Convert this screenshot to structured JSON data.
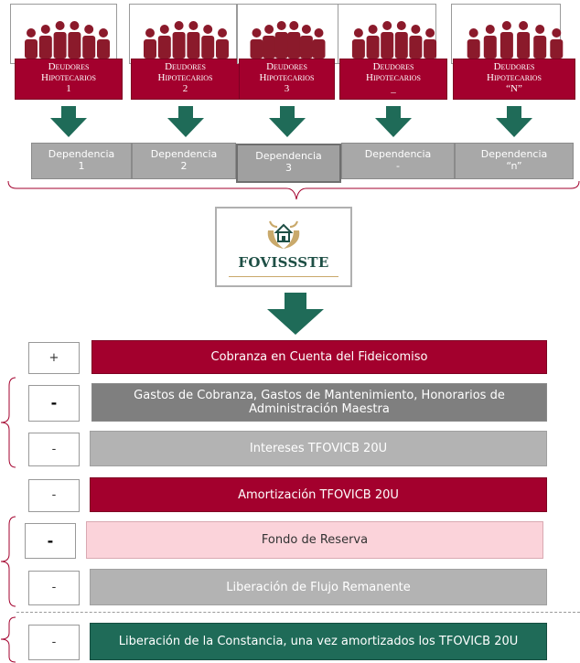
{
  "debtors": [
    {
      "line1": "Deudores",
      "line2": "Hipotecarios",
      "line3": "1"
    },
    {
      "line1": "Deudores",
      "line2": "Hipotecarios",
      "line3": "2"
    },
    {
      "line1": "Deudores",
      "line2": "Hipotecarios",
      "line3": "3"
    },
    {
      "line1": "Deudores",
      "line2": "Hipotecarios",
      "line3": "_"
    },
    {
      "line1": "Deudores",
      "line2": "Hipotecarios",
      "line3": "“N”"
    }
  ],
  "dependencias": [
    {
      "name": "Dependencia",
      "num": "1"
    },
    {
      "name": "Dependencia",
      "num": "2"
    },
    {
      "name": "Dependencia",
      "num": "3"
    },
    {
      "name": "Dependencia",
      "num": "-"
    },
    {
      "name": "Dependencia",
      "num": "“n”"
    }
  ],
  "fovissste": {
    "name": "FOVISSSTE"
  },
  "flows": [
    {
      "sign": "+",
      "label": "Cobranza en Cuenta del Fideicomiso"
    },
    {
      "sign": "-",
      "label": "Gastos de Cobranza, Gastos de Mantenimiento, Honorarios de Administración Maestra"
    },
    {
      "sign": "-",
      "label": "Intereses  TFOVICB 20U"
    },
    {
      "sign": "-",
      "label": "Amortización TFOVICB 20U"
    },
    {
      "sign": "-",
      "label": "Fondo de Reserva"
    },
    {
      "sign": "-",
      "label": "Liberación de Flujo Remanente"
    },
    {
      "sign": "-",
      "label": "Liberación de la Constancia, una vez amortizados los TFOVICB 20U"
    }
  ],
  "colors": {
    "brand_red": "#a3002d",
    "arrow_green": "#1f6b58",
    "gray": "#a8a8a8",
    "pink": "#fbd3da",
    "gold": "#c9a96b"
  }
}
